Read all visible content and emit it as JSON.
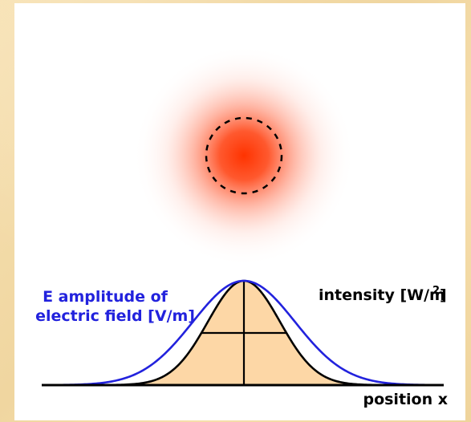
{
  "labels": {
    "e_amplitude_line1": "E amplitude of",
    "e_amplitude_line2": "electric field [V/m]",
    "intensity": "intensity [W/m",
    "intensity_exponent": "2",
    "intensity_close": " ]",
    "position": "position x"
  },
  "colors": {
    "background": "#f4dba8",
    "panel": "#ffffff",
    "spot_center": "#ff3300",
    "field_curve": "#2222dd",
    "intensity_fill": "#fdd7a6",
    "intensity_curve": "#000000",
    "axis": "#000000",
    "e_amplitude_text": "#2222dd",
    "intensity_text": "#000000"
  }
}
